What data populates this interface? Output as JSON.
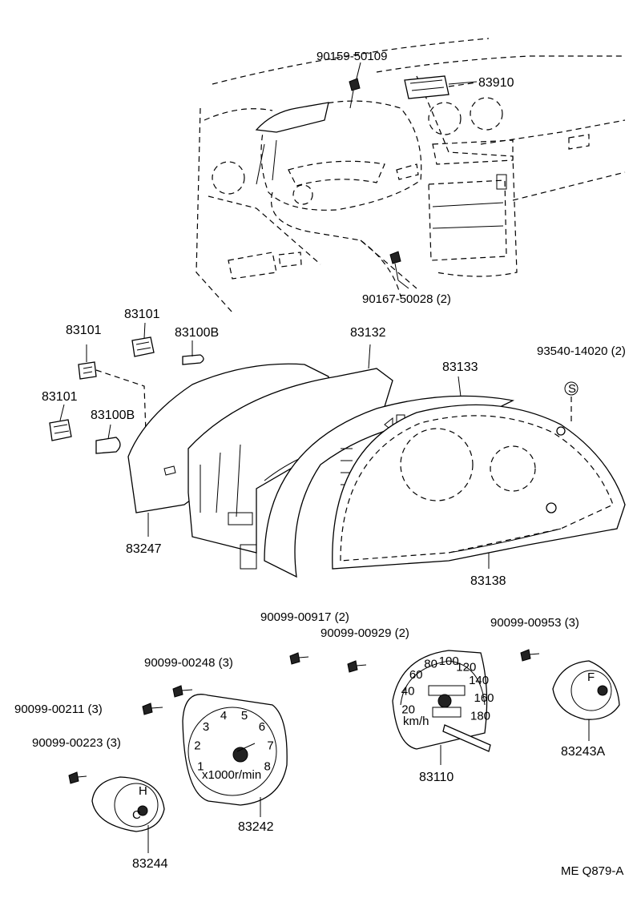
{
  "labels": {
    "p90159": "90159-50109",
    "p83910": "83910",
    "p90167": "90167-50028 (2)",
    "p83101a": "83101",
    "p83101b": "83101",
    "p83101c": "83101",
    "p83100b1": "83100B",
    "p83100b2": "83100B",
    "p83132": "83132",
    "p83133": "83133",
    "p93540": "93540-14020 (2)",
    "s_mark": "S",
    "p83247": "83247",
    "p83138": "83138",
    "p90099_917": "90099-00917 (2)",
    "p90099_929": "90099-00929 (2)",
    "p90099_953": "90099-00953 (3)",
    "p90099_248": "90099-00248 (3)",
    "p90099_211": "90099-00211 (3)",
    "p90099_223": "90099-00223 (3)",
    "p83242": "83242",
    "p83110": "83110",
    "p83243a": "83243A",
    "p83244": "83244",
    "ref": "ME Q879-A"
  },
  "tach": {
    "ticks": [
      "1",
      "2",
      "3",
      "4",
      "5",
      "6",
      "7",
      "8"
    ],
    "unit": "x1000r/min"
  },
  "speedo": {
    "ticks": [
      "20",
      "40",
      "60",
      "80",
      "100",
      "120",
      "140",
      "160",
      "180"
    ],
    "unit": "km/h"
  },
  "gauge_letters": {
    "fuel_full": "F",
    "temp_hot": "H",
    "temp_cold": "C"
  }
}
